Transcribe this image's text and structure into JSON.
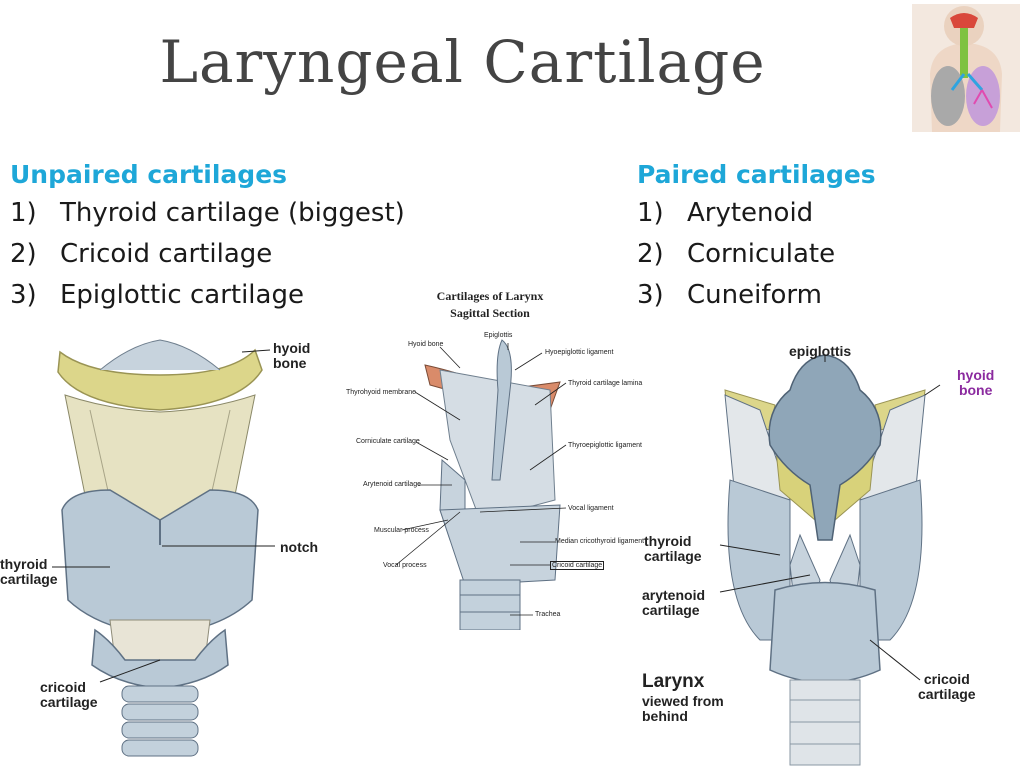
{
  "slide": {
    "title": "Laryngeal Cartilage",
    "unpaired": {
      "heading": "Unpaired cartilages",
      "items": [
        {
          "num": "1)",
          "text": "Thyroid cartilage (biggest)"
        },
        {
          "num": "2)",
          "text": "Cricoid cartilage"
        },
        {
          "num": "3)",
          "text": "Epiglottic cartilage"
        }
      ]
    },
    "paired": {
      "heading": "Paired cartilages",
      "items": [
        {
          "num": "1)",
          "text": "Arytenoid"
        },
        {
          "num": "2)",
          "text": "Corniculate"
        },
        {
          "num": "3)",
          "text": "Cuneiform"
        }
      ]
    }
  },
  "figure_left": {
    "labels": {
      "hyoid": "hyoid\nbone",
      "notch": "notch",
      "thyroid": "thyroid\ncartilage",
      "cricoid": "cricoid\ncartilage"
    }
  },
  "figure_middle": {
    "heading": "Cartilages of Larynx",
    "subheading": "Sagittal Section",
    "labels": {
      "epiglottis": "Epiglottis",
      "hyoid": "Hyoid bone",
      "hyoepiglottic": "Hyoepiglottic ligament",
      "thyroid_lamina": "Thyroid cartilage lamina",
      "thyrohyoid": "Thyrohyoid membrane",
      "corniculate": "Corniculate cartilage",
      "thyroepiglottic": "Thyroepiglottic ligament",
      "arytenoid": "Arytenoid cartilage",
      "vocal_ligament": "Vocal ligament",
      "muscular": "Muscular process",
      "median_cricothyroid": "Median cricothyroid ligament",
      "vocal_process": "Vocal process",
      "cricoid": "Cricoid cartilage",
      "trachea": "Trachea"
    }
  },
  "figure_right": {
    "labels": {
      "epiglottis": "epiglottis",
      "hyoid": "hyoid\nbone",
      "thyroid": "thyroid\ncartilage",
      "arytenoid": "arytenoid\ncartilage",
      "cricoid": "cricoid\ncartilage"
    },
    "caption_title": "Larynx",
    "caption_sub": "viewed from\nbehind"
  },
  "colors": {
    "heading": "#1ea7d8",
    "cartilage": "#b9c9d6",
    "hyoid": "#d8d27a",
    "purple_label": "#8b2a9f"
  }
}
